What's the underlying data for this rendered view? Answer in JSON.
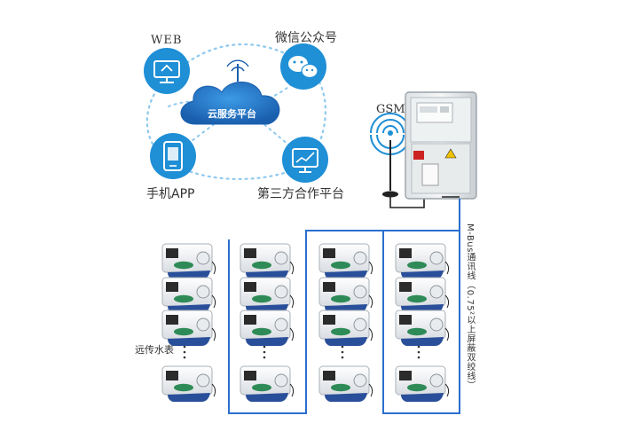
{
  "labels": {
    "web": "WEB",
    "wechat": "微信公众号",
    "cloud": "云服务平台",
    "app": "手机APP",
    "third_party": "第三方合作平台",
    "gsm": "GSM",
    "meter": "远传水表",
    "bus": "M-Bus通讯线（0.75²以上屏蔽双绞线）"
  },
  "colors": {
    "icon_blue": "#1f8fd6",
    "cloud_blue": "#2a7fcf",
    "dotted": "#8ec9ee",
    "bus_line": "#2a6fd0",
    "meter_green": "#2e8b57"
  },
  "icons": [
    "monitor-icon",
    "wechat-icon",
    "phone-icon",
    "chart-icon",
    "antenna-icon"
  ],
  "meter_columns": 4
}
